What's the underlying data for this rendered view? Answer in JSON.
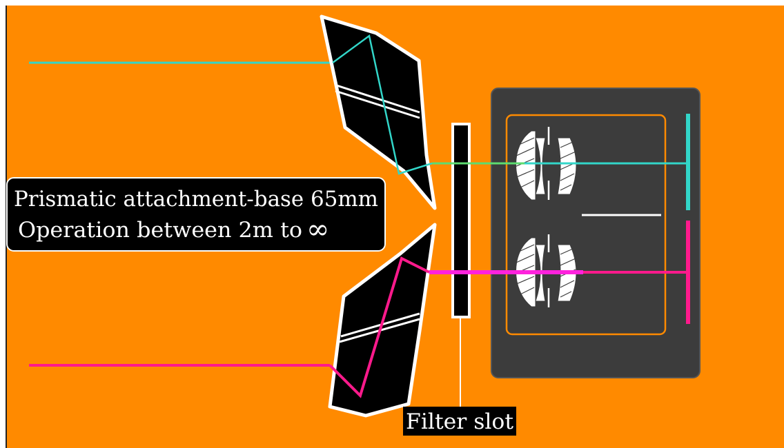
{
  "diagram": {
    "label_line1": "Prismatic attachment-base 65mm",
    "label_line2": "Operation between  2m to",
    "infinity_symbol": "∞",
    "filter_label": "Filter slot"
  },
  "colors": {
    "background": "#ff8a00",
    "prism_fill": "#000000",
    "prism_outline": "#ffffff",
    "camera_body": "#3c3c3c",
    "optics_frame": "#ff8a00",
    "ray_top": "#32d6c9",
    "ray_bottom": "#ff1a8c",
    "ray_bottom_bright": "#ff22dd",
    "sensor_divider": "#ffffff",
    "label_bg": "#000000",
    "label_text": "#ffffff"
  }
}
